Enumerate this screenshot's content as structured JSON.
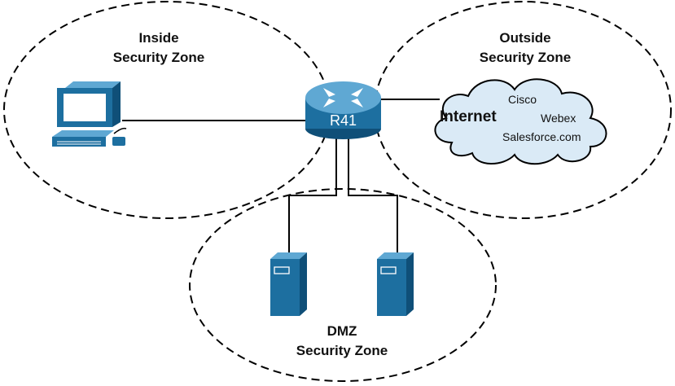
{
  "zones": {
    "inside": {
      "line1": "Inside",
      "line2": "Security Zone"
    },
    "outside": {
      "line1": "Outside",
      "line2": "Security Zone"
    },
    "dmz": {
      "line1": "DMZ",
      "line2": "Security Zone"
    }
  },
  "router": {
    "label": "R41"
  },
  "cloud": {
    "title": "Internet",
    "sites": [
      "Cisco",
      "Webex",
      "Salesforce.com"
    ]
  },
  "colors": {
    "device_blue": "#1d6fa0",
    "device_dark": "#0f4f78",
    "device_light": "#5fa8d3",
    "cloud_fill": "#daeaf6",
    "line": "#000000"
  },
  "icons": {
    "workstation": "pc-workstation-icon",
    "router": "router-icon",
    "cloud": "internet-cloud-icon",
    "servers": [
      "server-icon",
      "server-icon"
    ]
  }
}
